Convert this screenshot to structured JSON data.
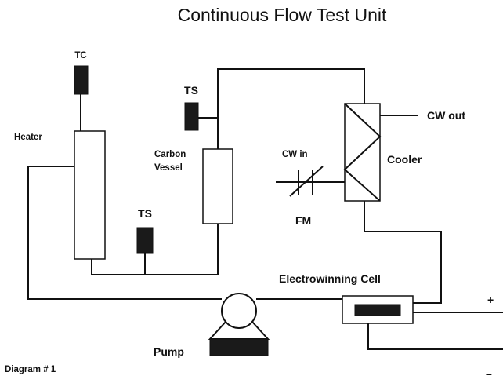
{
  "diagram": {
    "title": "Continuous Flow Test Unit",
    "caption": "Diagram # 1",
    "labels": {
      "tc": "TC",
      "heater": "Heater",
      "ts_top": "TS",
      "carbon_line1": "Carbon",
      "carbon_line2": "Vessel",
      "ts_bottom": "TS",
      "cw_in": "CW in",
      "fm": "FM",
      "cooler": "Cooler",
      "cw_out": "CW out",
      "electrowinning": "Electrowinning Cell",
      "pump": "Pump",
      "plus": "+",
      "minus": "–"
    }
  }
}
